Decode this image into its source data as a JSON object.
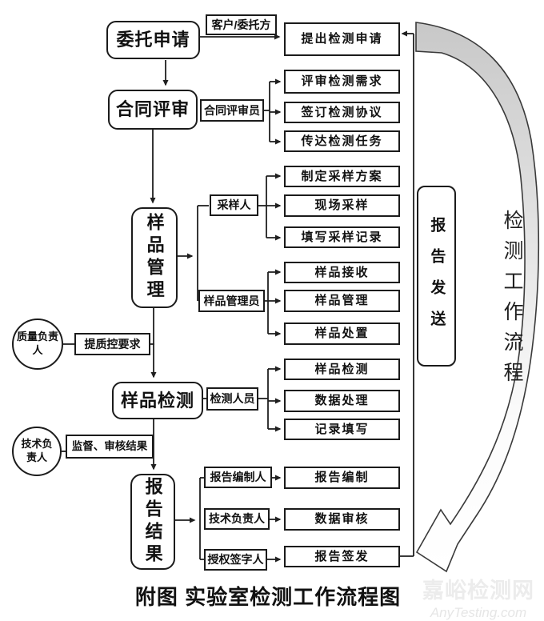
{
  "flowchart": {
    "caption": "附图 实验室检测工作流程图",
    "side_flow_title": "检测工作流程",
    "report_send_label": "报告发送",
    "main_nodes": [
      "委托申请",
      "合同评审",
      "样品管理",
      "样品检测",
      "报告结果"
    ],
    "actors": [
      "客户/委托方",
      "合同评审员",
      "采样人",
      "样品管理员",
      "检测人员",
      "报告编制人",
      "技术负责人",
      "授权签字人"
    ],
    "steps": [
      "提出检测申请",
      "评审检测需求",
      "签订检测协议",
      "传达检测任务",
      "制定采样方案",
      "现场采样",
      "填写采样记录",
      "样品接收",
      "样品管理",
      "样品处置",
      "样品检测",
      "数据处理",
      "记录填写",
      "报告编制",
      "数据审核",
      "报告签发"
    ],
    "oversight": [
      {
        "role": "质量负责人",
        "note": "提质控要求"
      },
      {
        "role": "技术负责人",
        "note": "监督、审核结果"
      }
    ],
    "watermark": {
      "cn": "嘉峪检测网",
      "en": "AnyTesting.com"
    },
    "colors": {
      "line": "#1f1f1f",
      "band_top": "#c8c8c8",
      "band_bottom": "#ffffff"
    }
  }
}
